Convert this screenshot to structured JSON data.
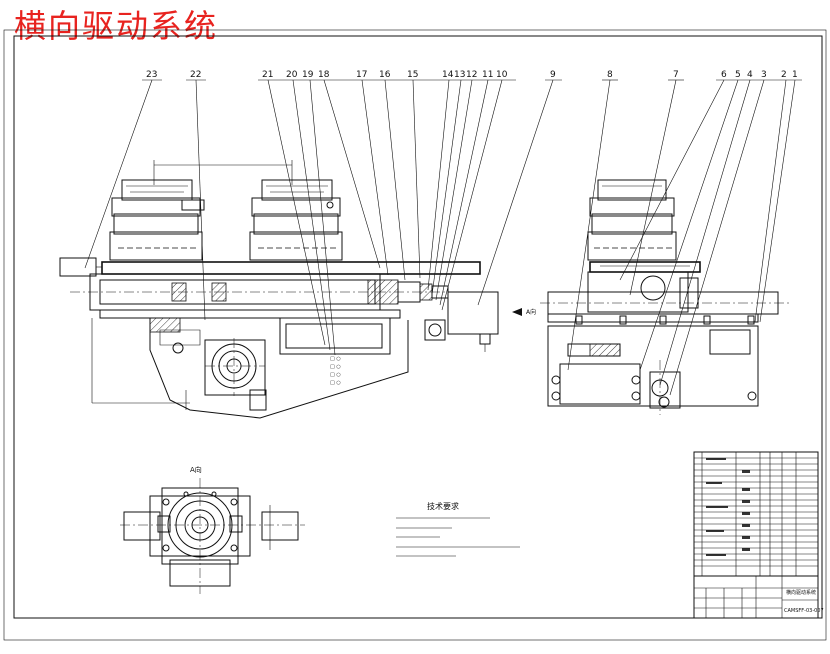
{
  "title": "横向驱动系统",
  "balloons": [
    "23",
    "22",
    "21",
    "20",
    "19",
    "18",
    "17",
    "16",
    "15",
    "14",
    "13",
    "12",
    "11",
    "10",
    "9",
    "8",
    "7",
    "6",
    "5",
    "4",
    "3",
    "2",
    "1"
  ],
  "view_label": "A向",
  "direction_marker": "A向",
  "tech_requirements_title": "技术要求",
  "title_block_name": "横向驱动系统",
  "drawing_number": "CAMSFF-03-007"
}
